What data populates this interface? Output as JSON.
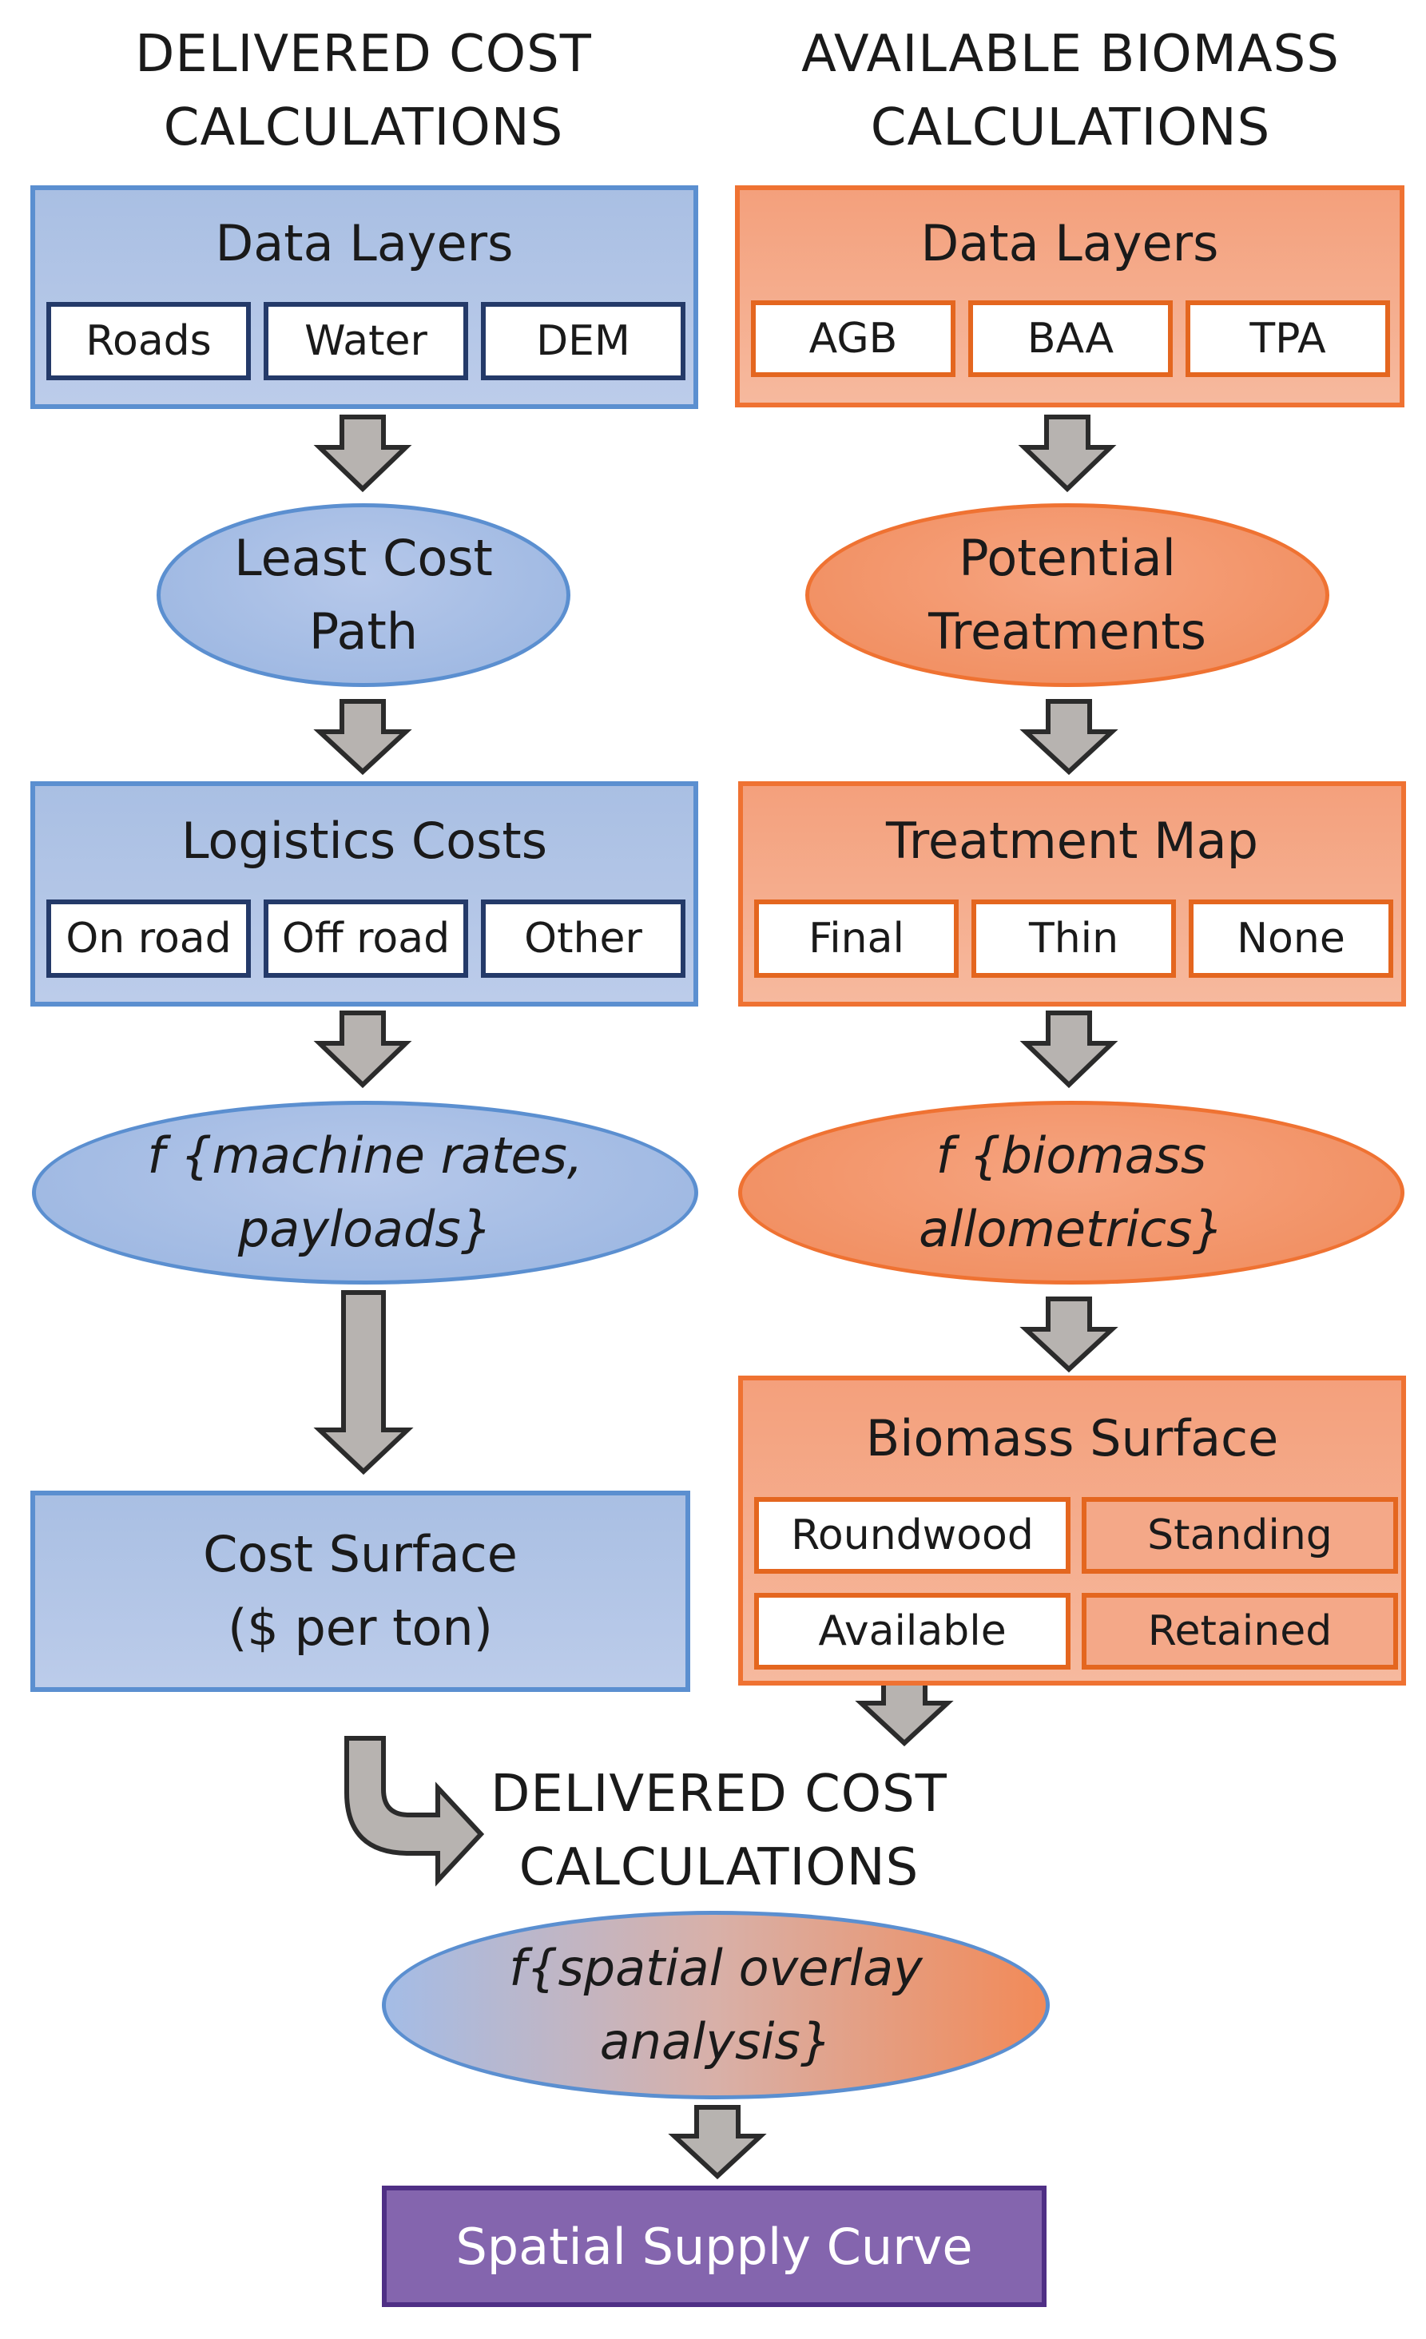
{
  "headings": {
    "left": [
      "DELIVERED COST",
      "CALCULATIONS"
    ],
    "right": [
      "AVAILABLE BIOMASS",
      "CALCULATIONS"
    ],
    "merge": [
      "DELIVERED COST",
      "CALCULATIONS"
    ]
  },
  "left": {
    "data_layers": {
      "title": "Data Layers",
      "items": [
        "Roads",
        "Water",
        "DEM"
      ]
    },
    "least_cost_path": [
      "Least Cost",
      "Path"
    ],
    "logistics_costs": {
      "title": "Logistics Costs",
      "items": [
        "On road",
        "Off road",
        "Other"
      ]
    },
    "machine_rates": [
      "f {machine rates,",
      "payloads}"
    ],
    "cost_surface": [
      "Cost Surface",
      "($ per ton)"
    ]
  },
  "right": {
    "data_layers": {
      "title": "Data Layers",
      "items": [
        "AGB",
        "BAA",
        "TPA"
      ]
    },
    "potential_treatments": [
      "Potential",
      "Treatments"
    ],
    "treatment_map": {
      "title": "Treatment Map",
      "items": [
        "Final",
        "Thin",
        "None"
      ]
    },
    "biomass_allometrics": [
      "f {biomass",
      "allometrics}"
    ],
    "biomass_surface": {
      "title": "Biomass Surface",
      "items": [
        "Roundwood",
        "Standing",
        "Available",
        "Retained"
      ]
    }
  },
  "overlay": [
    "f{spatial overlay",
    "analysis}"
  ],
  "supply_curve": "Spatial Supply Curve",
  "colors": {
    "blue_fill": "#b3c6e7",
    "blue_border": "#5b8fd0",
    "orange_fill": "#f4aa88",
    "orange_border": "#ef7232",
    "purple_fill": "#8465ae",
    "arrow_fill": "#b7b3b0"
  }
}
